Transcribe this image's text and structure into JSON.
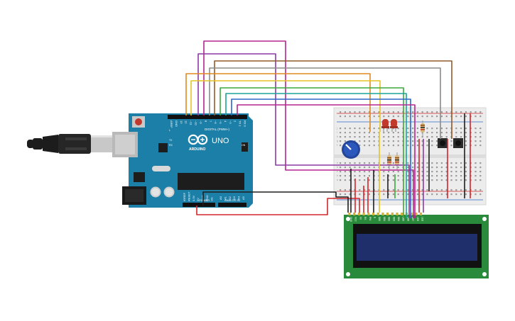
{
  "arduino": {
    "brand": "ARDUINO",
    "model": "UNO",
    "digital_header": "DIGITAL (PWM~)",
    "power_header": "POWER",
    "analog_header": "ANALOG IN",
    "on_label": "ON",
    "tx_label": "TX",
    "rx_label": "RX",
    "l_label": "L",
    "digital_pins": [
      "AREF",
      "GND",
      "13",
      "12",
      "~11",
      "~10",
      "~9",
      "8",
      "7",
      "~6",
      "~5",
      "4",
      "~3",
      "2",
      "TX 1",
      "RX 0"
    ],
    "power_pins": [
      "IOREF",
      "RESET",
      "3.3V",
      "5V",
      "GND",
      "GND",
      "Vin"
    ],
    "analog_pins": [
      "A0",
      "A1",
      "A2",
      "A3",
      "A4",
      "A5"
    ]
  },
  "breadboard": {
    "row_letters_top": [
      "j",
      "i",
      "h",
      "g",
      "f"
    ],
    "row_letters_bottom": [
      "e",
      "d",
      "c",
      "b",
      "a"
    ]
  },
  "lcd": {
    "pins": [
      "GND",
      "VCC",
      "V0",
      "RS",
      "RW",
      "E",
      "DB0",
      "DB1",
      "DB2",
      "DB3",
      "DB4",
      "DB5",
      "DB6",
      "DB7",
      "LED",
      "LED"
    ]
  },
  "colors": {
    "arduino_board": "#1b7fa8",
    "usb_cable": "#1c1c1c",
    "breadboard": "#ececec",
    "lcd_pcb": "#2a8a3c",
    "lcd_screen": "#1f2f6b",
    "wire_magenta": "#b6258f",
    "wire_purple": "#8a3aa3",
    "wire_orange": "#e08a1e",
    "wire_yellow": "#e6c324",
    "wire_green": "#3aa83a",
    "wire_teal": "#1aa39c",
    "wire_blue": "#2b66c9",
    "wire_brown": "#8f5a2a",
    "wire_gray": "#8a8a8a",
    "wire_red": "#d2262a",
    "wire_black": "#1e1e1e"
  }
}
